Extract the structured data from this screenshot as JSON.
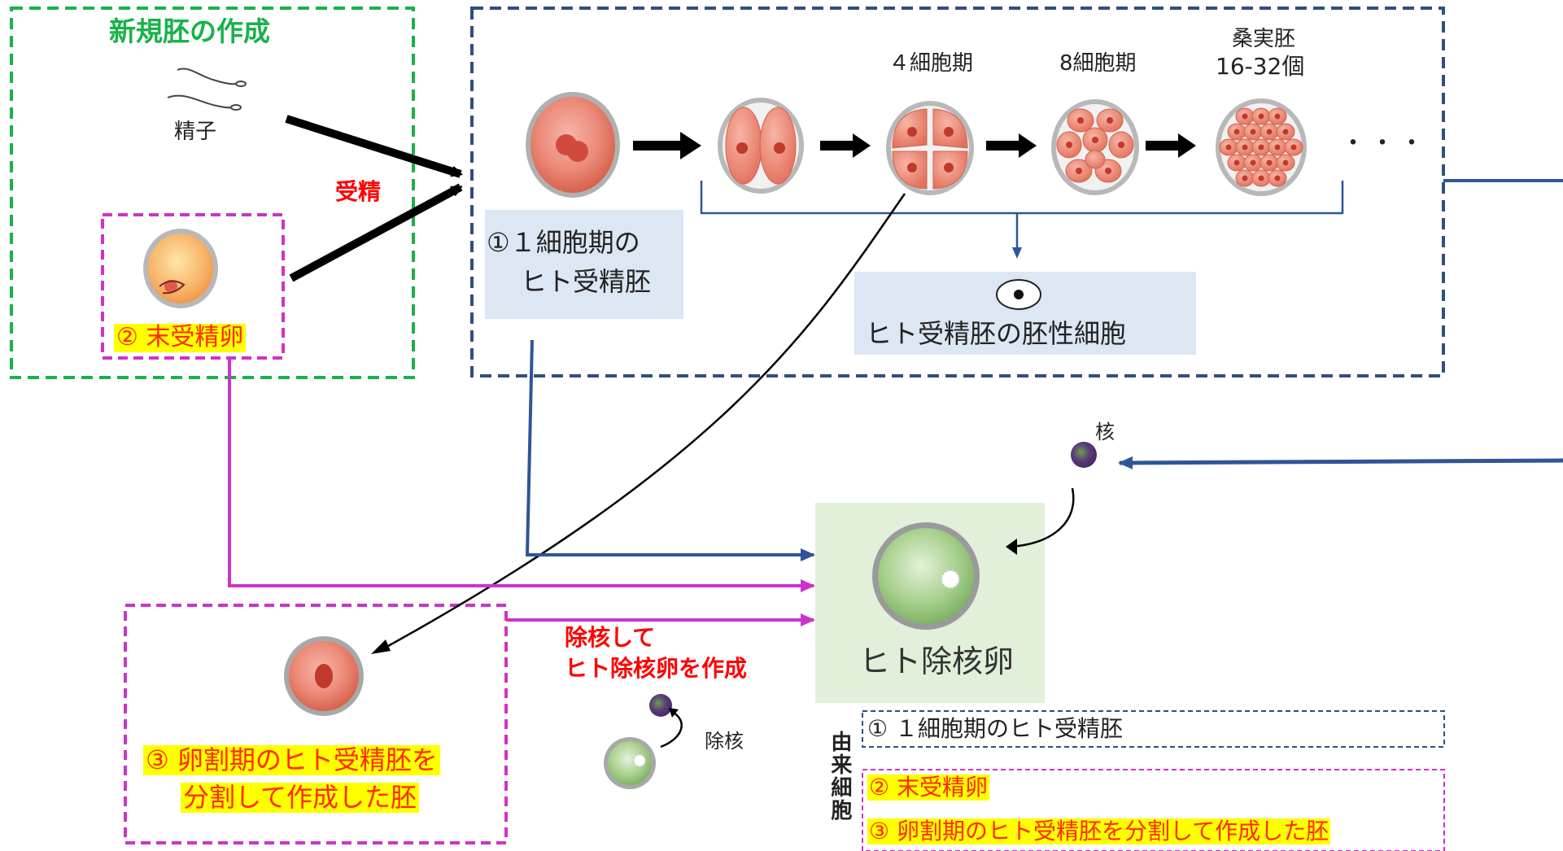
{
  "new_embryo": {
    "title": "新規胚の作成",
    "sperm_label": "精子",
    "fertilization_label": "受精",
    "unfertilized_egg_label": "② 末受精卵"
  },
  "development": {
    "stage_4cell": "４細胞期",
    "stage_8cell": "8細胞期",
    "morula_line1": "桑実胚",
    "morula_line2": "16-32個",
    "ellipsis": "・・・",
    "one_cell_line1": "①１細胞期の",
    "one_cell_line2": "ヒト受精胚",
    "embryonic_cell_label": "ヒト受精胚の胚性細胞"
  },
  "enucleated": {
    "nucleus_label": "核",
    "egg_label": "ヒト除核卵",
    "procedure_line1": "除核して",
    "procedure_line2": "ヒト除核卵を作成",
    "enucleation_label": "除核"
  },
  "cleavage": {
    "line1": "③ 卵割期のヒト受精胚を",
    "line2": "分割して作成した胚"
  },
  "legend": {
    "vertical_title": "由来細胞",
    "item1": "① １細胞期のヒト受精胚",
    "item2": "② 末受精卵",
    "item3": "③ 卵割期のヒト受精胚を分割して作成した胚"
  },
  "colors": {
    "green_dash": "#19b24b",
    "navy_dash": "#2f4f7f",
    "magenta": "#cc33cc",
    "blue_arrow": "#2e5597",
    "red_text": "#ff0000",
    "highlight": "#ffff00",
    "cell_pink": "#ec8a78",
    "egg_green": "#a6cf8c"
  }
}
